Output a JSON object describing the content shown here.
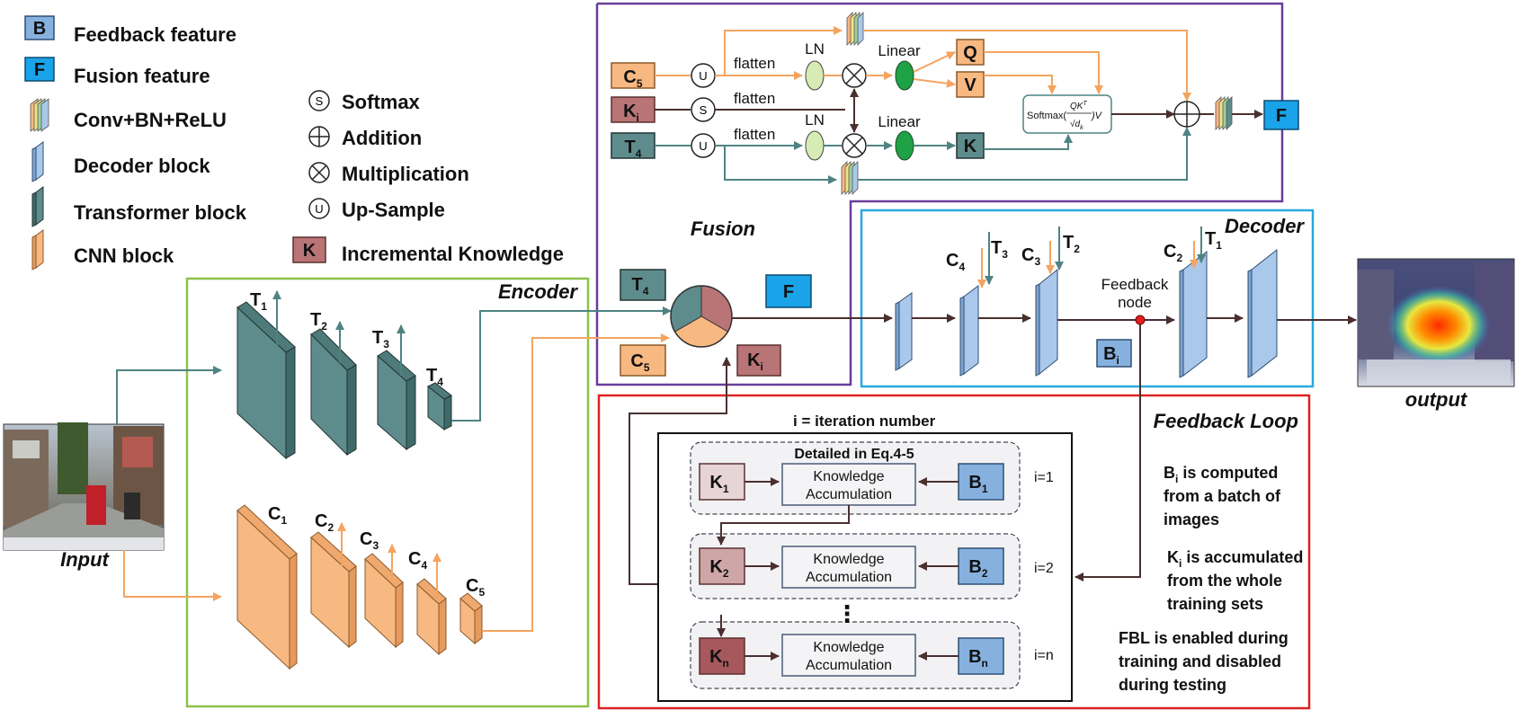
{
  "legend": {
    "feedback_letter": "B",
    "feedback_label": "Feedback feature",
    "fusion_letter": "F",
    "fusion_label": "Fusion feature",
    "conv_label": "Conv+BN+ReLU",
    "decoder_label": "Decoder block",
    "transformer_label": "Transformer block",
    "cnn_label": "CNN block",
    "softmax_sym": "S",
    "softmax_label": "Softmax",
    "addition_label": "Addition",
    "multiplication_label": "Multiplication",
    "upsample_sym": "U",
    "upsample_label": "Up-Sample",
    "knowledge_letter": "K",
    "knowledge_label": "Incremental Knowledge"
  },
  "sections": {
    "encoder": "Encoder",
    "fusion": "Fusion",
    "decoder": "Decoder",
    "feedback_loop": "Feedback Loop",
    "input": "Input",
    "output": "output"
  },
  "fusion": {
    "c5": "C",
    "c5_sub": "5",
    "ki": "K",
    "ki_sub": "i",
    "t4": "T",
    "t4_sub": "4",
    "u": "U",
    "s": "S",
    "flatten": "flatten",
    "ln": "LN",
    "linear": "Linear",
    "q": "Q",
    "v": "V",
    "k": "K",
    "attn_a": "Softmax(",
    "attn_frac_top": "QK",
    "attn_sup": "T",
    "attn_frac_bot": "d",
    "attn_frac_bot_sub": "k",
    "attn_b": ")V",
    "f": "F"
  },
  "encoder": {
    "t": "T",
    "c": "C",
    "sub1": "1",
    "sub2": "2",
    "sub3": "3",
    "sub4": "4",
    "sub5": "5"
  },
  "middle": {
    "t4": "T",
    "t4_sub": "4",
    "c5": "C",
    "c5_sub": "5",
    "f": "F",
    "ki": "K",
    "ki_sub": "i"
  },
  "decoder": {
    "c": "C",
    "t": "T",
    "sub1": "1",
    "sub2": "2",
    "sub3": "3",
    "sub4": "4",
    "feedback_node_1": "Feedback",
    "feedback_node_2": "node",
    "bi": "B",
    "bi_sub": "i"
  },
  "feedback": {
    "iteration_label": "i = iteration number",
    "detailed": "Detailed in Eq.4-5",
    "acc_1": "Knowledge",
    "acc_2": "Accumulation",
    "k": "K",
    "b": "B",
    "sub1": "1",
    "sub2": "2",
    "subn": "n",
    "i1": "i=1",
    "i2": "i=2",
    "in": "i=n",
    "dots": "⋮",
    "note_bi_1": "B",
    "note_bi_sub": "i",
    "note_bi_1b": " is computed",
    "note_bi_2": "from a batch of",
    "note_bi_3": "images",
    "note_ki_1": "K",
    "note_ki_sub": "i",
    "note_ki_1b": " is accumulated",
    "note_ki_2": "from the whole",
    "note_ki_3": "training sets",
    "note_fbl_1": "FBL is enabled during",
    "note_fbl_2": "training and disabled",
    "note_fbl_3": "during testing"
  },
  "colors": {
    "cnn": "#F8B882",
    "cnn_dark": "#E69A5E",
    "transformer": "#5E8C8C",
    "transformer_dark": "#3F6A6A",
    "decoder": "#A9C8EB",
    "decoder_dark": "#6E97C6",
    "knowledge": "#B97476",
    "fusion_f": "#1AA3E8",
    "feedback_b": "#86B1DF",
    "orange_line": "#F4A460",
    "teal_line": "#4F8383",
    "encoder_border": "#8BC34A",
    "fusion_border": "#6A3D9A",
    "decoder_border": "#29A9DF",
    "feedback_border": "#DD2222"
  }
}
